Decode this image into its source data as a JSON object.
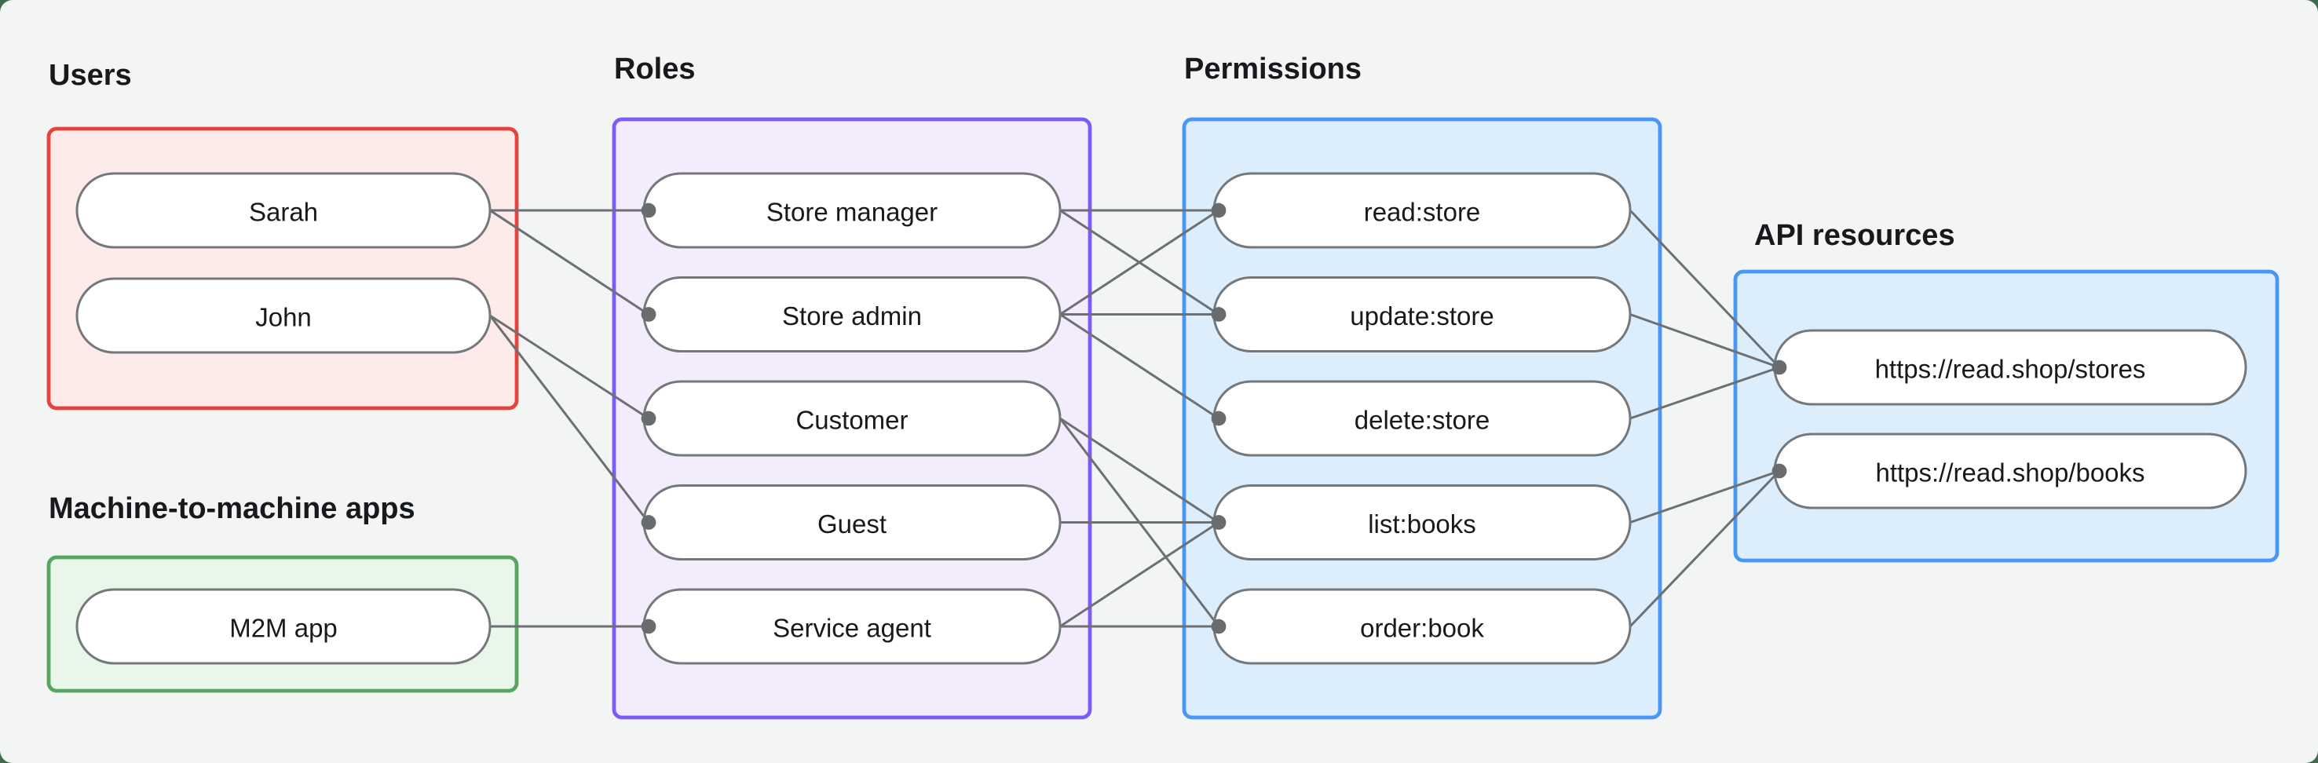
{
  "diagram": {
    "title": null,
    "canvas_background": "#f3f5f4",
    "outer_background": "#3f6b4d",
    "edge_color": "#6d7072",
    "dot_color": "#696c6e",
    "node_border_color": "#75787b",
    "text_color": "#17191c",
    "groups": [
      {
        "label": "Users",
        "border_color": "#e5443c",
        "fill_color": "#fcebe9"
      },
      {
        "label": "Machine-to-machine apps",
        "border_color": "#57a55f",
        "fill_color": "#e9f6ea"
      },
      {
        "label": "Roles",
        "border_color": "#7c5cf7",
        "fill_color": "#f2ecfd"
      },
      {
        "label": "Permissions",
        "border_color": "#4897f6",
        "fill_color": "#dceefc"
      },
      {
        "label": "API resources",
        "border_color": "#4897f6",
        "fill_color": "#dceefc"
      }
    ],
    "nodes": [
      {
        "id": "sarah",
        "label": "Sarah",
        "group": "Users"
      },
      {
        "id": "john",
        "label": "John",
        "group": "Users"
      },
      {
        "id": "m2m_app",
        "label": "M2M app",
        "group": "Machine-to-machine apps"
      },
      {
        "id": "store_manager",
        "label": "Store manager",
        "group": "Roles"
      },
      {
        "id": "store_admin",
        "label": "Store admin",
        "group": "Roles"
      },
      {
        "id": "customer",
        "label": "Customer",
        "group": "Roles"
      },
      {
        "id": "guest",
        "label": "Guest",
        "group": "Roles"
      },
      {
        "id": "service_agent",
        "label": "Service agent",
        "group": "Roles"
      },
      {
        "id": "read_store",
        "label": "read:store",
        "group": "Permissions"
      },
      {
        "id": "update_store",
        "label": "update:store",
        "group": "Permissions"
      },
      {
        "id": "delete_store",
        "label": "delete:store",
        "group": "Permissions"
      },
      {
        "id": "list_books",
        "label": "list:books",
        "group": "Permissions"
      },
      {
        "id": "order_book",
        "label": "order:book",
        "group": "Permissions"
      },
      {
        "id": "stores_api",
        "label": "https://read.shop/stores",
        "group": "API resources"
      },
      {
        "id": "books_api",
        "label": "https://read.shop/books",
        "group": "API resources"
      }
    ],
    "edges": [
      [
        "sarah",
        "store_manager"
      ],
      [
        "sarah",
        "store_admin"
      ],
      [
        "john",
        "customer"
      ],
      [
        "john",
        "guest"
      ],
      [
        "m2m_app",
        "service_agent"
      ],
      [
        "store_manager",
        "read_store"
      ],
      [
        "store_manager",
        "update_store"
      ],
      [
        "store_admin",
        "read_store"
      ],
      [
        "store_admin",
        "update_store"
      ],
      [
        "store_admin",
        "delete_store"
      ],
      [
        "customer",
        "list_books"
      ],
      [
        "customer",
        "order_book"
      ],
      [
        "guest",
        "list_books"
      ],
      [
        "service_agent",
        "list_books"
      ],
      [
        "service_agent",
        "order_book"
      ],
      [
        "read_store",
        "stores_api"
      ],
      [
        "update_store",
        "stores_api"
      ],
      [
        "delete_store",
        "stores_api"
      ],
      [
        "list_books",
        "books_api"
      ],
      [
        "order_book",
        "books_api"
      ]
    ]
  }
}
